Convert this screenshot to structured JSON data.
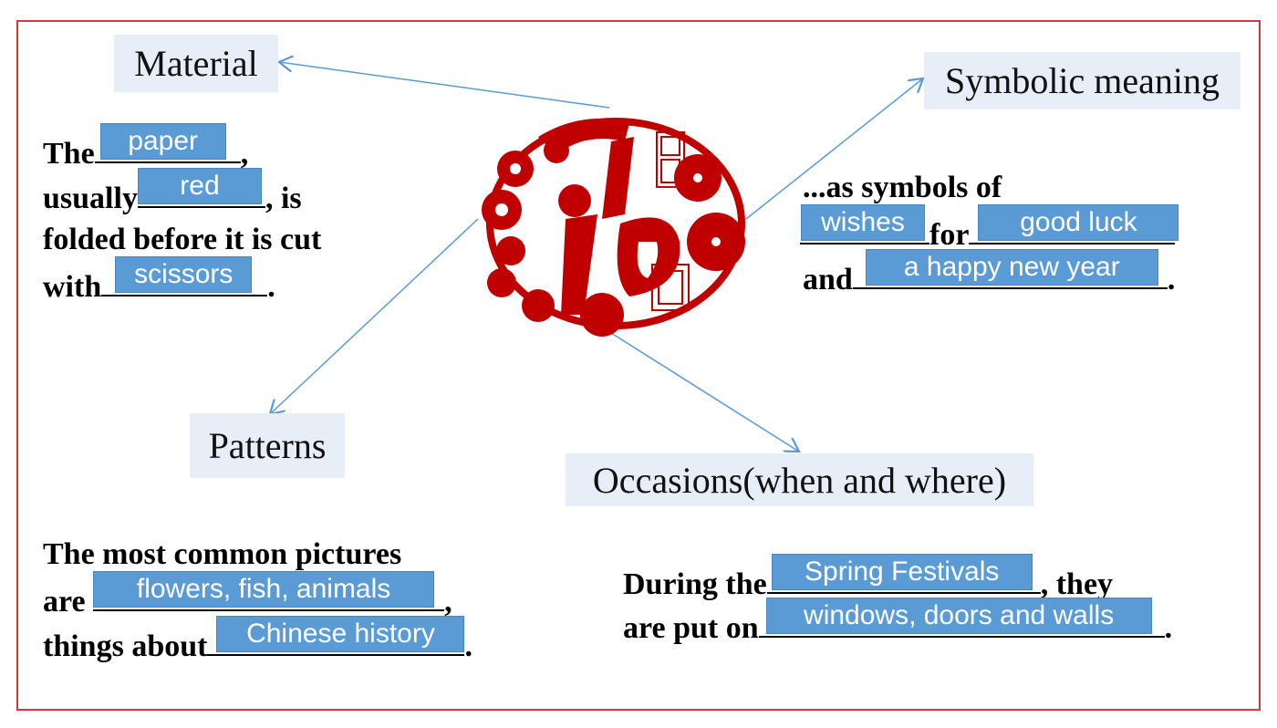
{
  "labels": {
    "material": "Material",
    "symbolic": "Symbolic meaning",
    "patterns": "Patterns",
    "occasions": "Occasions(when and where)"
  },
  "material": {
    "l1_pre": "The",
    "a1": "paper",
    "l1_post": ",",
    "l2_pre": "usually",
    "a2": "red",
    "l2_post": ", is",
    "l3": "folded before it is cut",
    "l4_pre": "with",
    "a3": "scissors",
    "l4_post": "."
  },
  "symbolic": {
    "l1": "...as symbols of",
    "a1": "wishes",
    "l2_mid": "for",
    "a2": "good luck",
    "l3_pre": "and",
    "a3": "a happy new year",
    "l3_post": "."
  },
  "patterns": {
    "l1": "The most common pictures",
    "l2_pre": "are",
    "a1": "flowers, fish, animals",
    "l2_post": ",",
    "l3_pre": "things about",
    "a2": "Chinese history",
    "l3_post": "."
  },
  "occasions": {
    "l1_pre": "During the",
    "a1": "Spring Festivals",
    "l1_post": ", they",
    "l2_pre": "are put on",
    "a2": "windows, doors and walls",
    "l2_post": "."
  },
  "colors": {
    "answer": "#5b9bd5",
    "arrow": "#5b9bd5",
    "papercut": "#c00000",
    "border": "#d9363e"
  }
}
